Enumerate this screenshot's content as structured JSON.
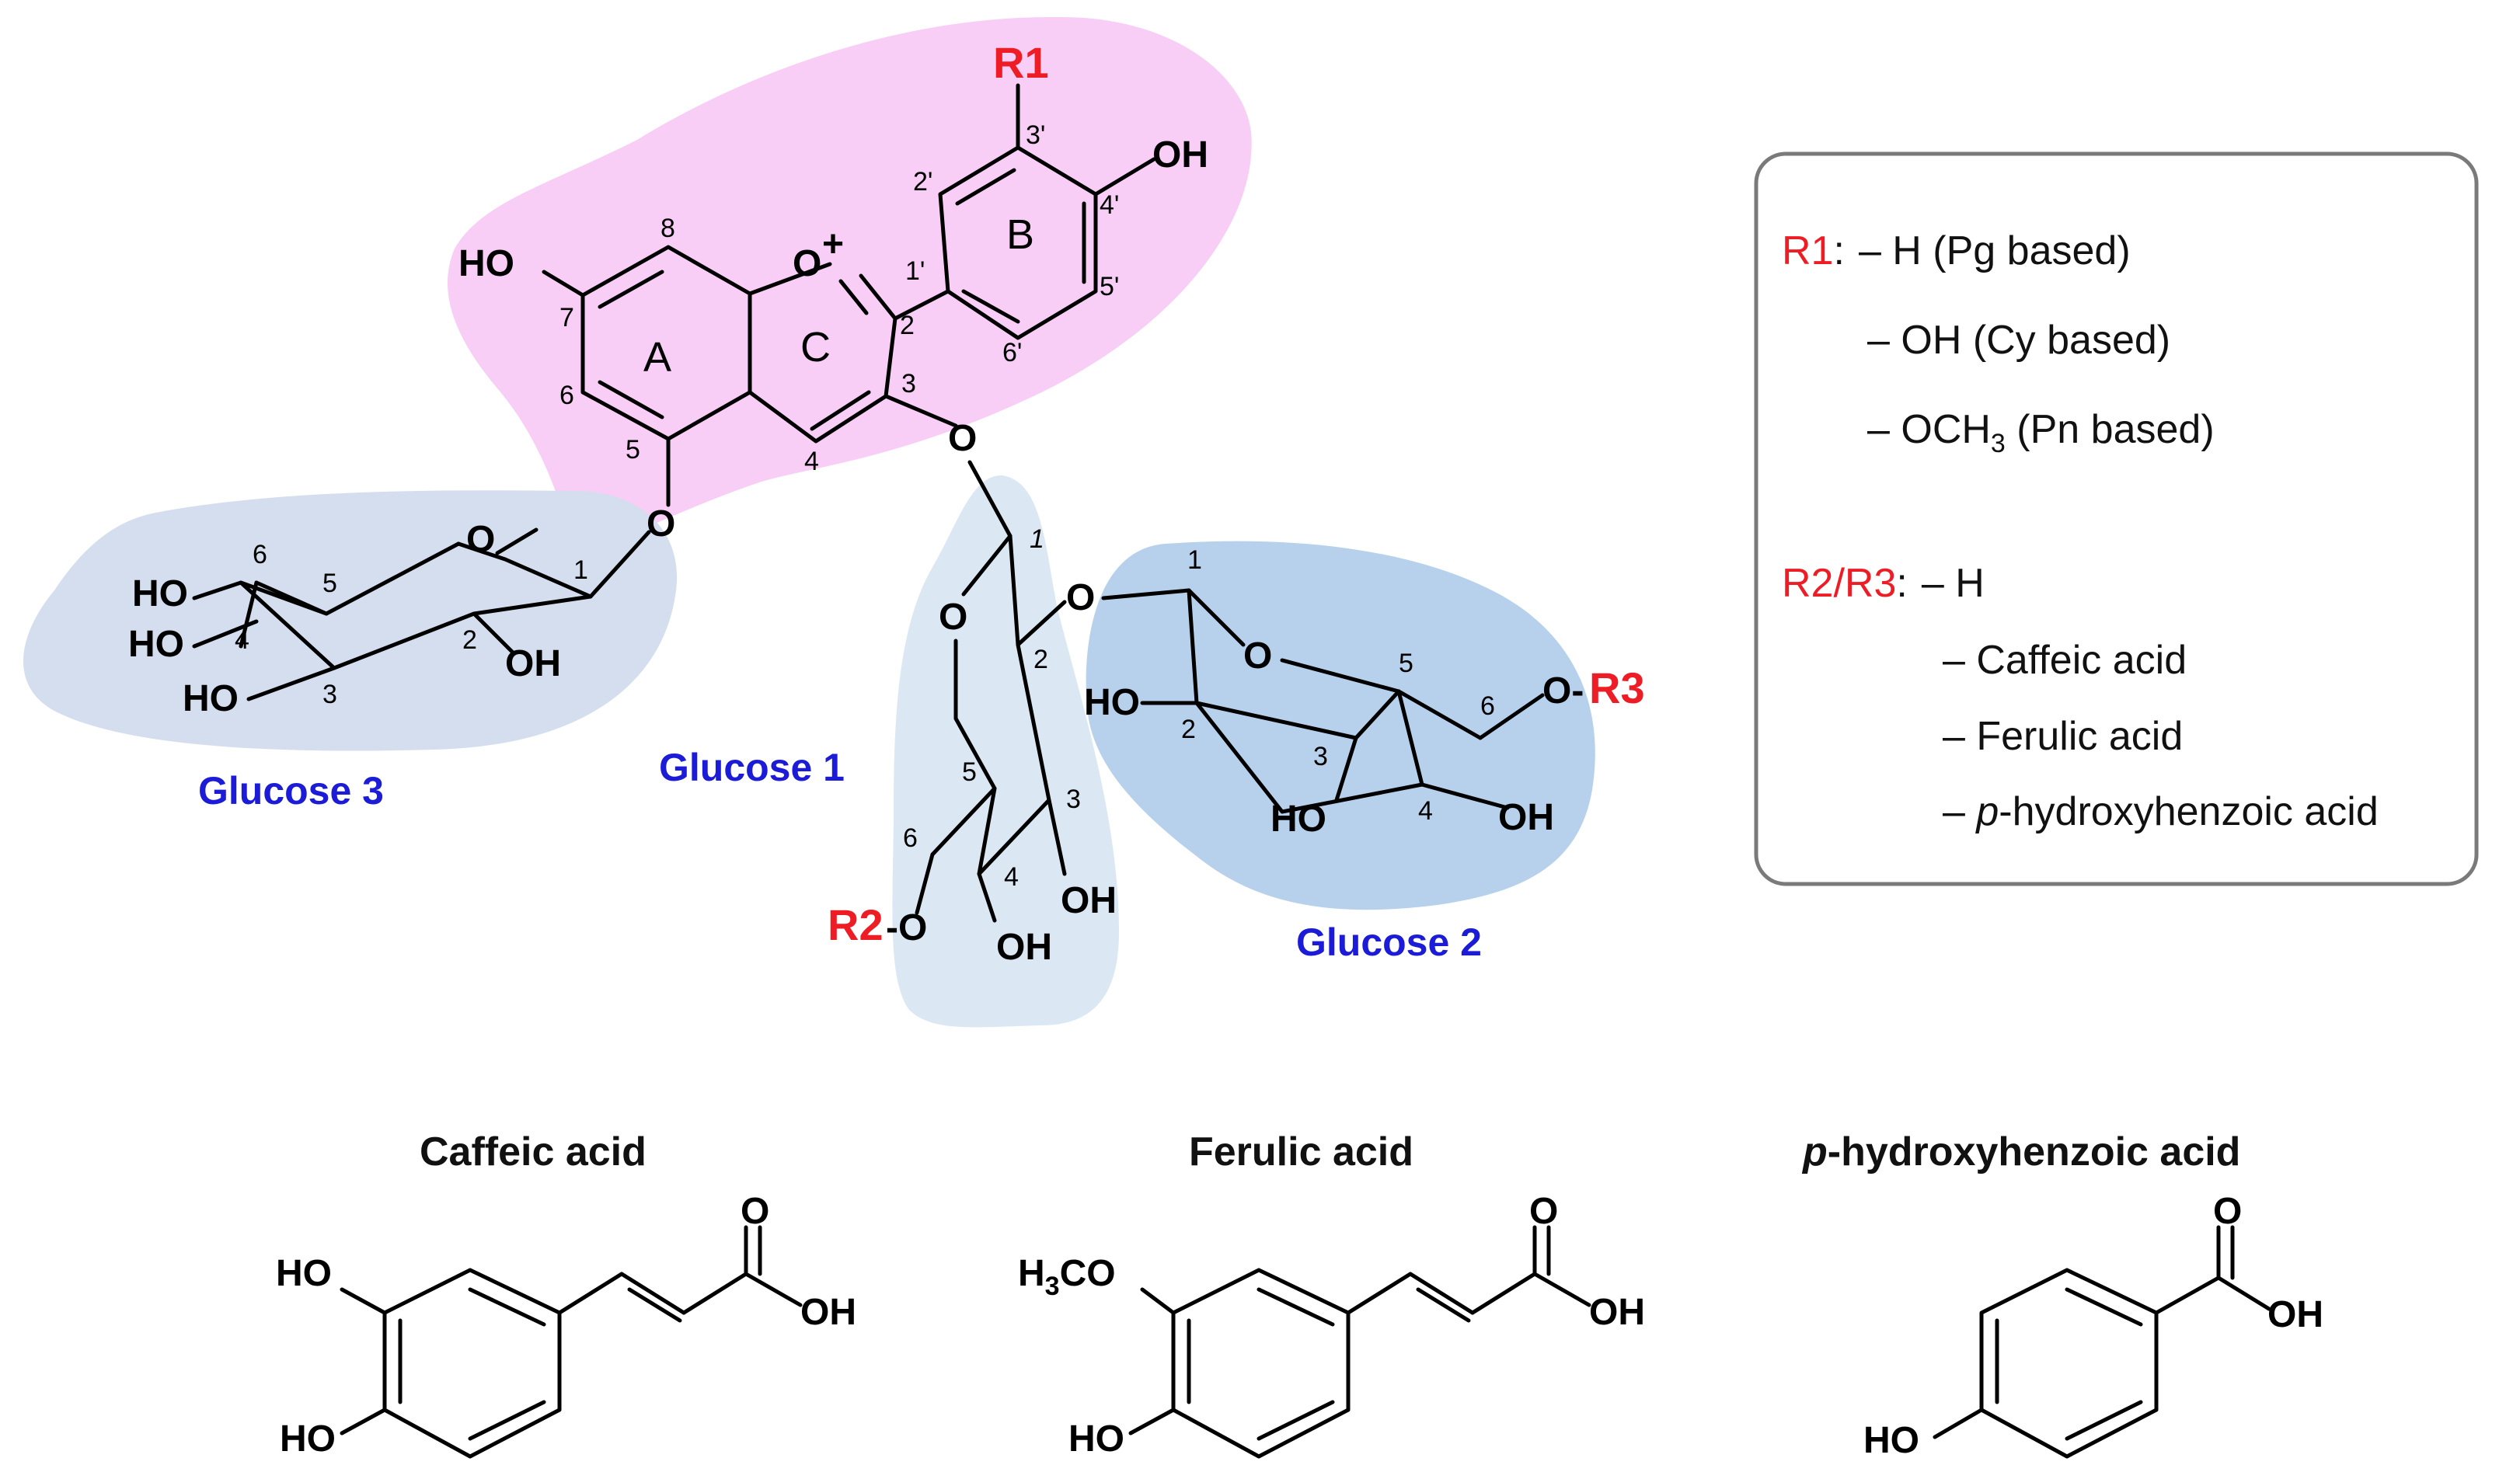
{
  "colors": {
    "anthocyanidin_region": "#f8cdf6",
    "glucose1_region": "#dce7f4",
    "glucose2_region": "#b7d1ec",
    "glucose3_region": "#d5deee",
    "r_label": "#ee1c25",
    "glucose_label": "#1b1bd8",
    "box_border": "#7a7a7a"
  },
  "core": {
    "ring_a": "A",
    "ring_b": "B",
    "ring_c": "C",
    "r1": "R1",
    "oh_4p": "OH",
    "oh_7": "HO",
    "o_plus": "O",
    "plus": "+",
    "o_3": "O",
    "o_5": "O",
    "positions": {
      "p8": "8",
      "p7": "7",
      "p6": "6",
      "p5": "5",
      "p4": "4",
      "p3": "3",
      "p2": "2",
      "p1p": "1'",
      "p2p": "2'",
      "p3p": "3'",
      "p4p": "4'",
      "p5p": "5'",
      "p6p": "6'"
    }
  },
  "glucose3": {
    "label": "Glucose 3",
    "ring_o": "O",
    "ho_6": "HO",
    "ho_4": "HO",
    "ho_3": "HO",
    "oh_2": "OH",
    "n1": "1",
    "n2": "2",
    "n3": "3",
    "n4": "4",
    "n5": "5",
    "n6": "6"
  },
  "glucose1": {
    "label": "Glucose 1",
    "ring_o": "O",
    "r2": "R2",
    "r2_o": "-O",
    "oh_4": "OH",
    "oh_3": "OH",
    "n1": "1",
    "n2": "2",
    "n3": "3",
    "n4": "4",
    "n5": "5",
    "n6": "6"
  },
  "glucose2": {
    "label": "Glucose 2",
    "ring_o": "O",
    "link_o": "O",
    "o_r3": "O-",
    "r3": "R3",
    "ho_2": "HO",
    "ho_3": "HO",
    "oh_4": "OH",
    "n1": "1",
    "n2": "2",
    "n3": "3",
    "n4": "4",
    "n5": "5",
    "n6": "6"
  },
  "legend": {
    "r1_label": "R1",
    "r1_colon": ":",
    "r1_opt1": "– H (Pg based)",
    "r1_opt2": "– OH (Cy based)",
    "r1_opt3_pre": "– OCH",
    "r1_opt3_sub": "3",
    "r1_opt3_post": " (Pn based)",
    "r23_label": "R2/R3",
    "r23_colon": ":",
    "r23_opt1": "– H",
    "r23_opt2": "– Caffeic acid",
    "r23_opt3": "– Ferulic acid",
    "r23_opt4_pre": "– ",
    "r23_opt4_italic": "p",
    "r23_opt4_post": "-hydroxyhenzoic acid"
  },
  "acids": {
    "caffeic": {
      "title": "Caffeic acid",
      "ho_top": "HO",
      "ho_bottom": "HO",
      "o": "O",
      "oh": "OH"
    },
    "ferulic": {
      "title": "Ferulic acid",
      "h": "H",
      "sub3": "3",
      "co": "CO",
      "ho_bottom": "HO",
      "o": "O",
      "oh": "OH"
    },
    "phba": {
      "title_italic": "p",
      "title_rest": "-hydroxyhenzoic acid",
      "ho": "HO",
      "o": "O",
      "oh": "OH"
    }
  }
}
